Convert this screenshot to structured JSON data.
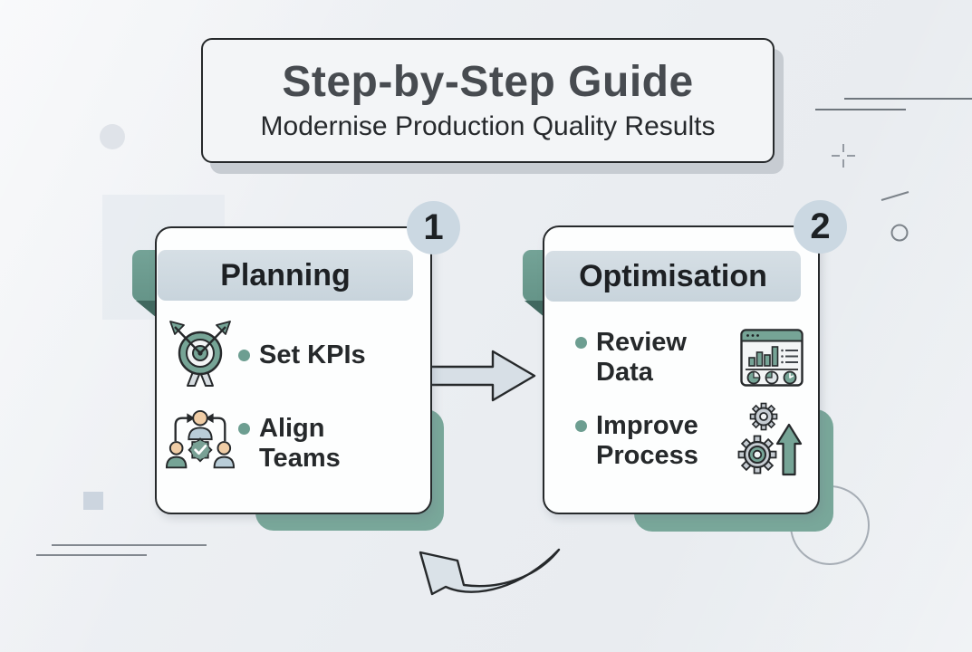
{
  "title_box": {
    "heading": "Step-by-Step Guide",
    "subheading": "Modernise Production Quality Results"
  },
  "steps": [
    {
      "number": "1",
      "title": "Planning",
      "items": [
        {
          "label": "Set KPIs",
          "icon": "target-icon"
        },
        {
          "label": "Align Teams",
          "icon": "team-icon"
        }
      ]
    },
    {
      "number": "2",
      "title": "Optimisation",
      "items": [
        {
          "label": "Review Data",
          "icon": "dashboard-icon"
        },
        {
          "label": "Improve Process",
          "icon": "gears-icon"
        }
      ]
    }
  ],
  "connectors": {
    "between_cards": "right-arrow",
    "bottom": "curved-swoosh-arrow-up-left"
  },
  "colors": {
    "accent_teal": "#6d9e91",
    "accent_teal_dark": "#41685f",
    "back_rect_teal": "#79a79a",
    "header_bar": "#cfdae2",
    "badge_circle": "#cbd8e2",
    "arrow_fill": "#d7dfe6",
    "ink": "#26292b",
    "background": "#eaedf1"
  }
}
